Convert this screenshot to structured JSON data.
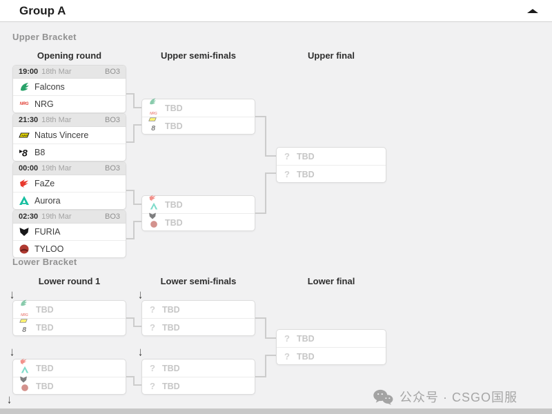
{
  "window": {
    "title": "Group A"
  },
  "upper": {
    "label": "Upper Bracket",
    "columns": {
      "c1": "Opening round",
      "c2": "Upper semi-finals",
      "c3": "Upper final"
    },
    "m1": {
      "time": "19:00",
      "date": "18th Mar",
      "bo": "BO3",
      "t1": "Falcons",
      "t2": "NRG"
    },
    "m2": {
      "time": "21:30",
      "date": "18th Mar",
      "bo": "BO3",
      "t1": "Natus Vincere",
      "t2": "B8"
    },
    "m3": {
      "time": "00:00",
      "date": "19th Mar",
      "bo": "BO3",
      "t1": "FaZe",
      "t2": "Aurora"
    },
    "m4": {
      "time": "02:30",
      "date": "19th Mar",
      "bo": "BO3",
      "t1": "FURIA",
      "t2": "TYLOO"
    },
    "sf1": {
      "t1": "TBD",
      "t2": "TBD"
    },
    "sf2": {
      "t1": "TBD",
      "t2": "TBD"
    },
    "final": {
      "t1": "TBD",
      "t2": "TBD"
    }
  },
  "lower": {
    "label": "Lower Bracket",
    "columns": {
      "c1": "Lower round 1",
      "c2": "Lower semi-finals",
      "c3": "Lower final"
    },
    "r1m1": {
      "t1": "TBD",
      "t2": "TBD"
    },
    "r1m2": {
      "t1": "TBD",
      "t2": "TBD"
    },
    "sf1": {
      "t1": "TBD",
      "t2": "TBD"
    },
    "sf2": {
      "t1": "TBD",
      "t2": "TBD"
    },
    "final": {
      "t1": "TBD",
      "t2": "TBD"
    }
  },
  "glyphs": {
    "question_mark": "?",
    "arrow_down": "↓"
  },
  "watermark": {
    "label": "公众号 · CSGO国服"
  },
  "icons": {
    "header_collapse": "caret-up-icon",
    "watermark": "wechat-icon",
    "drop_indicator": "arrow-down-icon",
    "teams": {
      "falcons": "falcons-icon",
      "nrg": "nrg-icon",
      "navi": "navi-icon",
      "b8": "b8-icon",
      "faze": "faze-icon",
      "aurora": "aurora-icon",
      "furia": "furia-icon",
      "tyloo": "tyloo-icon",
      "unknown": "question-mark-icon"
    }
  },
  "colors": {
    "page_bg": "#f1f1f2",
    "header_bg": "#ffffff",
    "connector": "#cccccc",
    "bottom_strip": "#c8c8c8",
    "falcons_green": "#29a269",
    "nrg_red": "#e03c31",
    "navi_yellow": "#ffee00",
    "b8_black": "#141414",
    "faze_red": "#e8392e",
    "aurora_teal": "#17bfa0",
    "furia_black": "#18181a",
    "tyloo_red": "#b03a31"
  }
}
